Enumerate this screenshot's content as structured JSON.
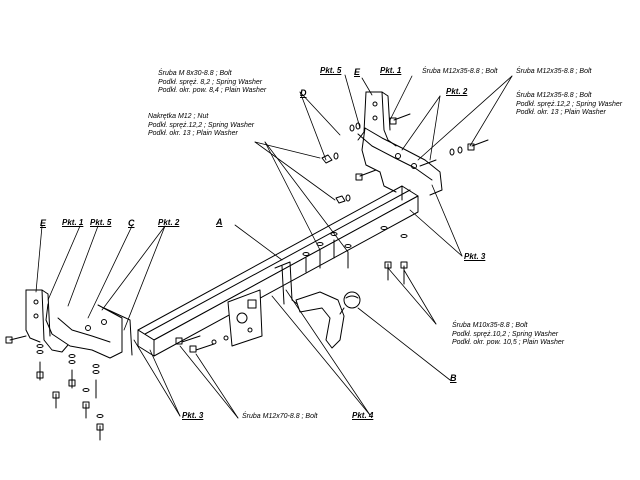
{
  "labels": {
    "A": "A",
    "B": "B",
    "C": "C",
    "D": "D",
    "E": "E",
    "pkt1": "Pkt. 1",
    "pkt2": "Pkt. 2",
    "pkt3": "Pkt. 3",
    "pkt4": "Pkt. 4",
    "pkt5": "Pkt. 5"
  },
  "notes": {
    "bolt_m8": [
      "Śruba M 8x30-8.8 ;  Bolt",
      "Podkł. spręż. 8,2 ; Spring Washer",
      "Podkł. okr. pow. 8,4 ; Plain Washer"
    ],
    "nut_m12": [
      "Nakrętka  M12 ; Nut",
      "Podkł. spręż.12,2 ; Spring Washer",
      "Podkł. okr. 13 ; Plain Washer"
    ],
    "bolt_m12_left": [
      "Śruba M12x35-8.8 ;  Bolt"
    ],
    "bolt_m12_right": [
      "Śruba M12x35-8.8 ;  Bolt"
    ],
    "bolt_m12_right2": [
      "Śruba M12x35-8.8 ;  Bolt",
      "Podkł. spręż.12,2 ; Spring Washer",
      "Podkł. okr. 13 ; Plain Washer"
    ],
    "bolt_m10": [
      "Śruba M10x35-8.8 ;  Bolt",
      "Podkł. spręż.10,2 ; Spring Washer",
      "Podkł. okr. pow. 10,5 ; Plain Washer"
    ],
    "bolt_m12x70": [
      "Śruba M12x70-8.8 ;  Bolt"
    ]
  }
}
